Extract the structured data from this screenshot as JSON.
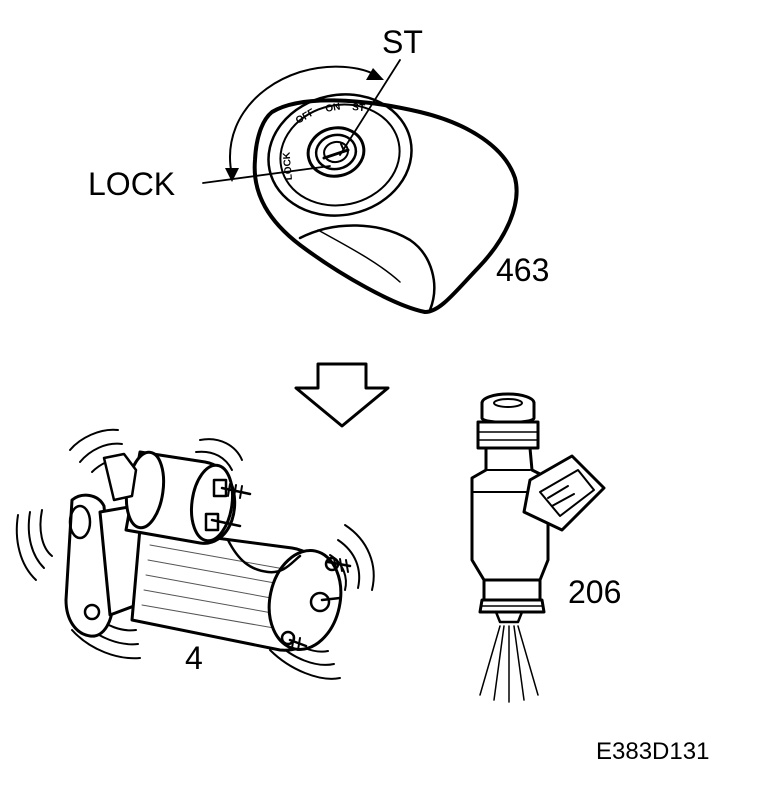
{
  "labels": {
    "st": "ST",
    "lock": "LOCK",
    "ignition_ref": "463",
    "starter_ref": "4",
    "injector_ref": "206",
    "figure_code": "E383D131"
  },
  "switch_ring_text": {
    "lock": "LOCK",
    "off": "OFF",
    "on": "ON",
    "st": "ST"
  },
  "colors": {
    "ink": "#000000",
    "paper": "#ffffff"
  }
}
